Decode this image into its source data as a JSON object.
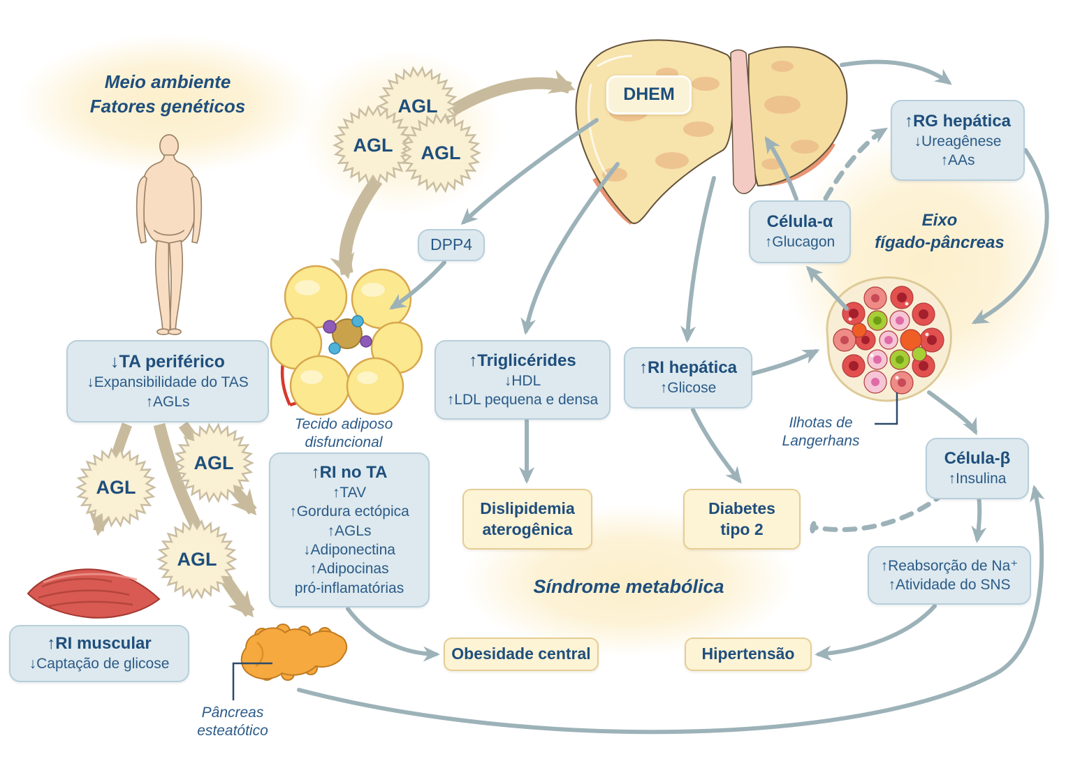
{
  "labels": {
    "agl": "AGL",
    "environment": {
      "line1": "Meio ambiente",
      "line2": "Fatores genéticos"
    },
    "eixo": {
      "line1": "Eixo",
      "line2": "fígado-pâncreas"
    },
    "sindrome": "Síndrome metabólica"
  },
  "captions": {
    "adipose": {
      "line1": "Tecido adiposo",
      "line2": "disfuncional"
    },
    "islet": {
      "line1": "Ilhotas de",
      "line2": "Langerhans"
    },
    "pancreas": {
      "line1": "Pâncreas",
      "line2": "esteatótico"
    }
  },
  "boxes": {
    "dhem": {
      "title": "DHEM"
    },
    "dpp4": {
      "title": "DPP4"
    },
    "rg_hepatica": {
      "title": "↑RG hepática",
      "lines": [
        "↓Ureagênese",
        "↑AAs"
      ]
    },
    "celula_alfa": {
      "title": "Célula-α",
      "lines": [
        "↑Glucagon"
      ]
    },
    "celula_beta": {
      "title": "Célula-β",
      "lines": [
        "↑Insulina"
      ]
    },
    "ta_periferico": {
      "title": "↓TA periférico",
      "lines": [
        "↓Expansibilidade do TAS",
        "↑AGLs"
      ]
    },
    "ri_no_ta": {
      "title": "↑RI no TA",
      "lines": [
        "↑TAV",
        "↑Gordura ectópica",
        "↑AGLs",
        "↓Adiponectina",
        "↑Adipocinas",
        "pró-inflamatórias"
      ]
    },
    "triglicerides": {
      "title": "↑Triglicérides",
      "lines": [
        "↓HDL",
        "↑LDL pequena e densa"
      ]
    },
    "ri_hepatica": {
      "title": "↑RI hepática",
      "lines": [
        "↑Glicose"
      ]
    },
    "reabsorcao": {
      "lines": [
        "↑Reabsorção de Na⁺",
        "↑Atividade do SNS"
      ]
    },
    "ri_muscular": {
      "title": "↑RI muscular",
      "lines": [
        "↓Captação de glicose"
      ]
    },
    "dislipidemia": {
      "line1": "Dislipidemia",
      "line2": "aterogênica"
    },
    "diabetes": {
      "line1": "Diabetes",
      "line2": "tipo 2"
    },
    "obesidade": {
      "title": "Obesidade central"
    },
    "hipertensao": {
      "title": "Hipertensão"
    }
  },
  "palette": {
    "text_blue": "#1e4e7c",
    "box_blue_fill": "#dde9ee",
    "box_blue_border": "#b7cedb",
    "box_cream_fill": "#fdf3d5",
    "box_cream_border": "#e5cd94",
    "arrow_gray": "#9cb2b8",
    "arrow_tan": "#c8bb9d",
    "glow_yellow": "#fbeac0"
  }
}
